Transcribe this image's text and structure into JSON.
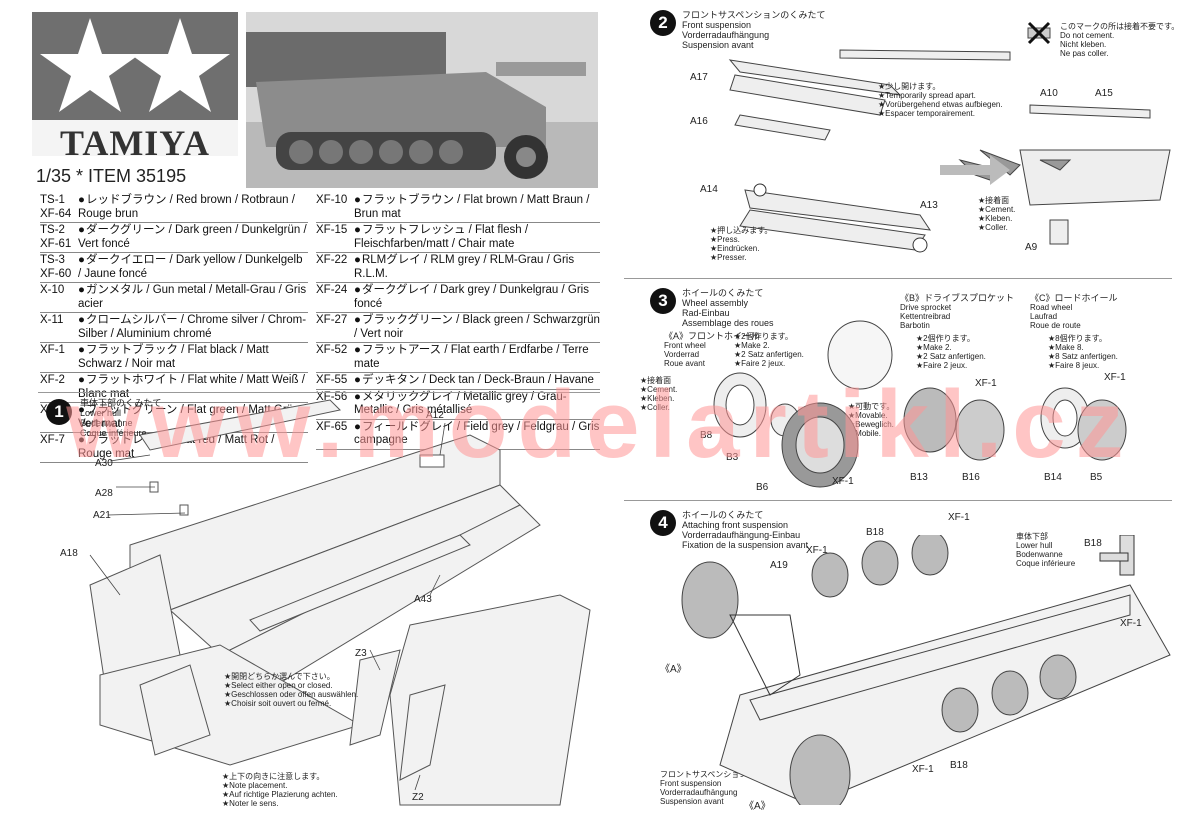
{
  "logo": {
    "brand": "TAMIYA"
  },
  "item": "1/35 * ITEM 35195",
  "paints": {
    "col1": [
      {
        "code": "TS-1\nXF-64",
        "name": "レッドブラウン / Red brown / Rotbraun / Rouge brun"
      },
      {
        "code": "TS-2\nXF-61",
        "name": "ダークグリーン / Dark green / Dunkelgrün / Vert foncé"
      },
      {
        "code": "TS-3\nXF-60",
        "name": "ダークイエロー / Dark yellow / Dunkelgelb / Jaune foncé"
      },
      {
        "code": "X-10",
        "name": "ガンメタル / Gun metal / Metall-Grau / Gris acier"
      },
      {
        "code": "X-11",
        "name": "クロームシルバー / Chrome silver / Chrom-Silber / Aluminium chromé"
      },
      {
        "code": "XF-1",
        "name": "フラットブラック / Flat black / Matt Schwarz / Noir mat"
      },
      {
        "code": "XF-2",
        "name": "フラットホワイト / Flat white / Matt Weiß / Blanc mat"
      },
      {
        "code": "XF-5",
        "name": "フラットグリーン / Flat green / Matt Grün / Vert mat"
      },
      {
        "code": "XF-7",
        "name": "フラットレッド / Flat red / Matt Rot / Rouge mat"
      }
    ],
    "col2": [
      {
        "code": "XF-10",
        "name": "フラットブラウン / Flat brown / Matt Braun / Brun mat"
      },
      {
        "code": "XF-15",
        "name": "フラットフレッシュ / Flat flesh / Fleischfarben/matt / Chair mate"
      },
      {
        "code": "XF-22",
        "name": "RLMグレイ / RLM grey / RLM-Grau / Gris R.L.M."
      },
      {
        "code": "XF-24",
        "name": "ダークグレイ / Dark grey / Dunkelgrau / Gris foncé"
      },
      {
        "code": "XF-27",
        "name": "ブラックグリーン / Black green / Schwarzgrün / Vert noir"
      },
      {
        "code": "XF-52",
        "name": "フラットアース / Flat earth / Erdfarbe / Terre mate"
      },
      {
        "code": "XF-55",
        "name": "デッキタン / Deck tan / Deck-Braun / Havane"
      },
      {
        "code": "XF-56",
        "name": "メタリックグレイ / Metallic grey / Grau-Metallic / Gris métallisé"
      },
      {
        "code": "XF-65",
        "name": "フィールドグレイ / Field grey / Feldgrau / Gris campagne"
      }
    ]
  },
  "step1": {
    "num": "1",
    "title": [
      "車体下部のくみたて",
      "Lower hull",
      "Bodenwanne",
      "Coque inférieure"
    ],
    "parts": [
      "A30",
      "A28",
      "A21",
      "A18",
      "A12",
      "A43",
      "Z3",
      "Z2"
    ],
    "note_open": [
      "★開閉どちらか選んで下さい。",
      "★Select either open or closed.",
      "★Geschlossen oder offen auswählen.",
      "★Choisir soit ouvert ou fermé."
    ],
    "note_place": [
      "★上下の向きに注意します。",
      "★Note placement.",
      "★Auf richtige Plazierung achten.",
      "★Noter le sens."
    ]
  },
  "step2": {
    "num": "2",
    "title": [
      "フロントサスペンションのくみたて",
      "Front suspension",
      "Vorderradaufhängung",
      "Suspension avant"
    ],
    "parts": [
      "A17",
      "A16",
      "A14",
      "A13",
      "A10",
      "A15",
      "A9"
    ],
    "no_cement": [
      "このマークの所は接着不要です。",
      "Do not cement.",
      "Nicht kleben.",
      "Ne pas coller."
    ],
    "spread": [
      "★少し開けます。",
      "★Temporarily spread apart.",
      "★Vorübergehend etwas aufbiegen.",
      "★Espacer temporairement."
    ],
    "press": [
      "★押し込みます。",
      "★Press.",
      "★Eindrücken.",
      "★Presser."
    ],
    "cement": [
      "★接着面",
      "★Cement.",
      "★Kleben.",
      "★Coller."
    ]
  },
  "step3": {
    "num": "3",
    "title": [
      "ホイールのくみたて",
      "Wheel assembly",
      "Rad-Einbau",
      "Assemblage des roues"
    ],
    "a": {
      "label": "《A》フロントホイール",
      "sub": [
        "Front wheel",
        "Vorderrad",
        "Roue avant"
      ],
      "make": [
        "★2個作ります。",
        "★Make 2.",
        "★2 Satz anfertigen.",
        "★Faire 2 jeux."
      ]
    },
    "b": {
      "label": "《B》ドライブスプロケット",
      "sub": [
        "Drive sprocket",
        "Kettentreibrad",
        "Barbotin"
      ],
      "make": [
        "★2個作ります。",
        "★Make 2.",
        "★2 Satz anfertigen.",
        "★Faire 2 jeux."
      ]
    },
    "c": {
      "label": "《C》ロードホイール",
      "sub": [
        "Road wheel",
        "Laufrad",
        "Roue de route"
      ],
      "make": [
        "★8個作ります。",
        "★Make 8.",
        "★8 Satz anfertigen.",
        "★Faire 8 jeux."
      ]
    },
    "cement": [
      "★接着面",
      "★Cement.",
      "★Kleben.",
      "★Coller."
    ],
    "movable": [
      "★可動です。",
      "★Movable.",
      "★Beweglich.",
      "★Mobile."
    ],
    "parts": [
      "B8",
      "B3",
      "B6",
      "XF-1",
      "B13",
      "B16",
      "XF-1",
      "B14",
      "B5",
      "XF-1"
    ]
  },
  "step4": {
    "num": "4",
    "title": [
      "ホイールのくみたて",
      "Attaching front suspension",
      "Vorderradaufhängung-Einbau",
      "Fixation de la suspension avant"
    ],
    "parts": [
      "A19",
      "B18",
      "B18",
      "B18",
      "XF-1",
      "XF-1",
      "XF-1",
      "XF-1",
      "《A》",
      "《A》"
    ],
    "hull": [
      "車体下部",
      "Lower hull",
      "Bodenwanne",
      "Coque inférieure"
    ],
    "front_susp": [
      "フロントサスペンション",
      "Front suspension",
      "Vorderradaufhängung",
      "Suspension avant"
    ]
  },
  "watermark": "www.modelartikl.cz"
}
